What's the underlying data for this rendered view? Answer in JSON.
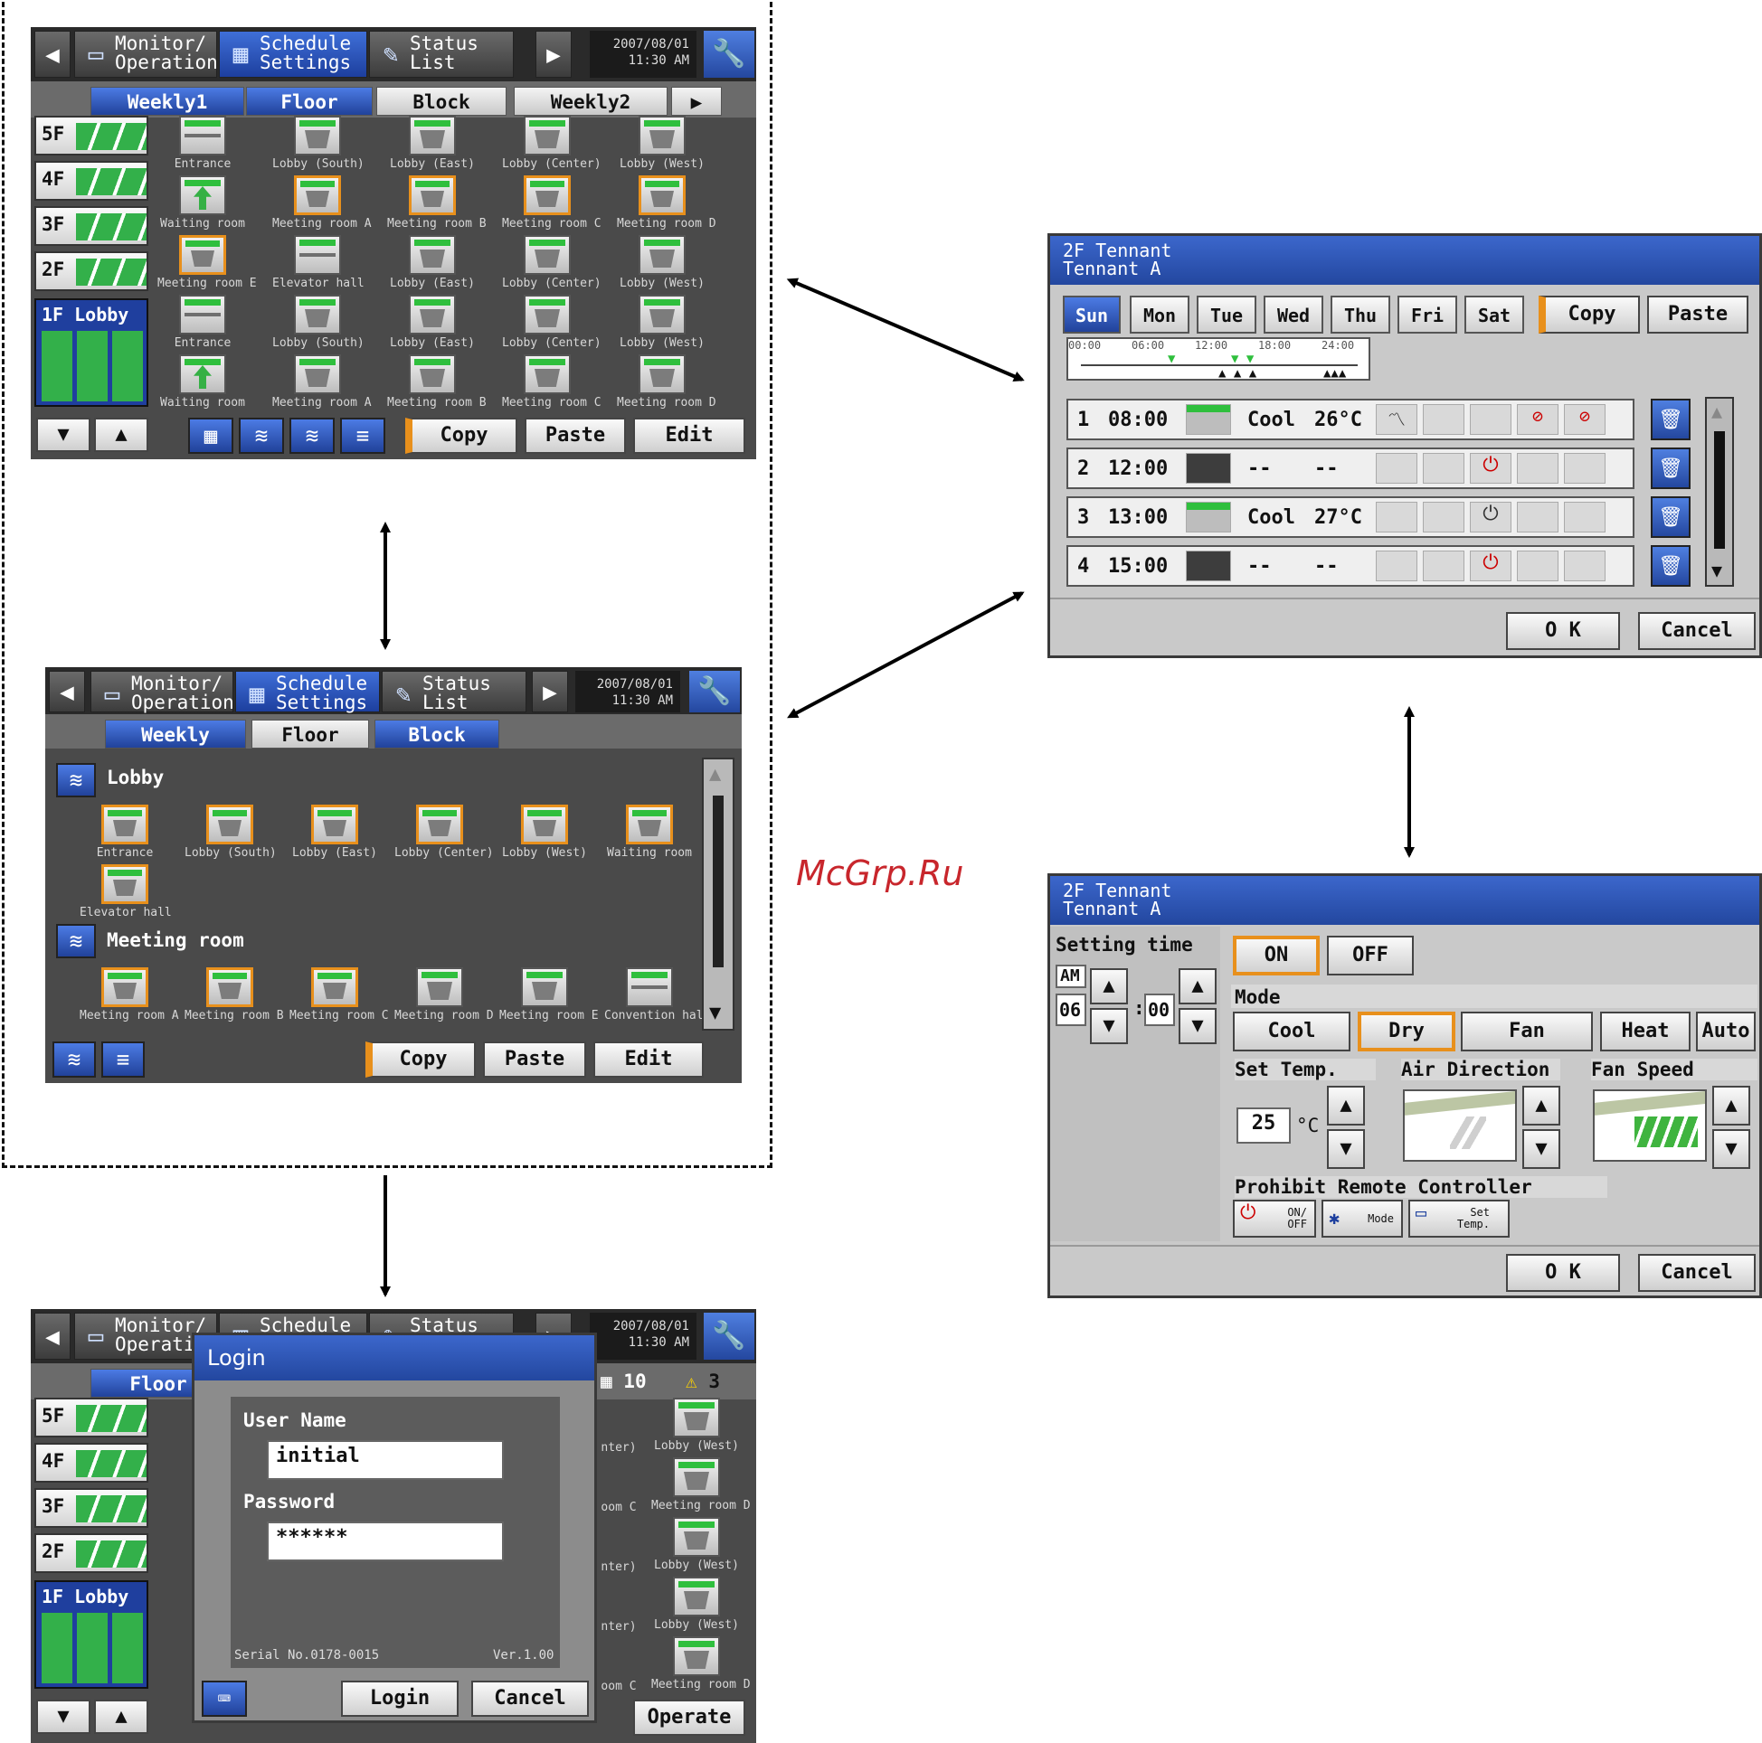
{
  "header": {
    "monitor": "Monitor/\nOperation",
    "schedule": "Schedule\nSettings",
    "status": "Status\nList",
    "date": "2007/08/01",
    "time": "11:30 AM"
  },
  "panel1": {
    "tabs": [
      "Weekly1",
      "Floor",
      "Block",
      "Weekly2"
    ],
    "floors": [
      "5F",
      "4F",
      "3F",
      "2F",
      "1F Lobby"
    ],
    "units": [
      [
        "Entrance",
        "Lobby (South)",
        "Lobby (East)",
        "Lobby (Center)",
        "Lobby (West)"
      ],
      [
        "Waiting room",
        "Meeting room A",
        "Meeting room B",
        "Meeting room C",
        "Meeting room D"
      ],
      [
        "Meeting room E",
        "Elevator hall",
        "Lobby (East)",
        "Lobby (Center)",
        "Lobby (West)"
      ],
      [
        "Entrance",
        "Lobby (South)",
        "Lobby (East)",
        "Lobby (Center)",
        "Lobby (West)"
      ],
      [
        "Waiting room",
        "Meeting room A",
        "Meeting room B",
        "Meeting room C",
        "Meeting room D"
      ]
    ],
    "copy": "Copy",
    "paste": "Paste",
    "edit": "Edit"
  },
  "panel2": {
    "tabs": [
      "Weekly",
      "Floor",
      "Block"
    ],
    "group1": "Lobby",
    "group1_units": [
      "Entrance",
      "Lobby (South)",
      "Lobby (East)",
      "Lobby (Center)",
      "Lobby (West)",
      "Waiting room",
      "Elevator hall"
    ],
    "group2": "Meeting room",
    "group2_units": [
      "Meeting room A",
      "Meeting room B",
      "Meeting room C",
      "Meeting room D",
      "Meeting room E",
      "Convention hall"
    ],
    "copy": "Copy",
    "paste": "Paste",
    "edit": "Edit"
  },
  "panel3": {
    "tab": "Floor",
    "count": "10",
    "alerts": "3",
    "floors": [
      "5F",
      "4F",
      "3F",
      "2F",
      "1F Lobby"
    ],
    "units_right": [
      "nter)",
      "Lobby (West)",
      "oom C",
      "Meeting room D",
      "nter)",
      "Lobby (West)",
      "nter)",
      "Lobby (West)",
      "oom C",
      "Meeting room D"
    ],
    "login": {
      "title": "Login",
      "user_label": "User Name",
      "user_value": "initial",
      "pass_label": "Password",
      "pass_value": "******",
      "serial": "Serial No.0178-0015",
      "version": "Ver.1.00",
      "login_btn": "Login",
      "cancel_btn": "Cancel"
    },
    "operate": "Operate"
  },
  "dlg1": {
    "title": "2F Tennant\nTennant A",
    "days": [
      "Sun",
      "Mon",
      "Tue",
      "Wed",
      "Thu",
      "Fri",
      "Sat"
    ],
    "copy": "Copy",
    "paste": "Paste",
    "timeline": [
      "00:00",
      "06:00",
      "12:00",
      "18:00",
      "24:00"
    ],
    "rows": [
      {
        "n": "1",
        "time": "08:00",
        "mode": "Cool",
        "temp": "26°C"
      },
      {
        "n": "2",
        "time": "12:00",
        "mode": "--",
        "temp": "--"
      },
      {
        "n": "3",
        "time": "13:00",
        "mode": "Cool",
        "temp": "27°C"
      },
      {
        "n": "4",
        "time": "15:00",
        "mode": "--",
        "temp": "--"
      }
    ],
    "ok": "O K",
    "cancel": "Cancel"
  },
  "dlg2": {
    "title": "2F Tennant\nTennant A",
    "setting_time": "Setting time",
    "ampm": "AM",
    "hour": "06",
    "minute": "00",
    "on": "ON",
    "off": "OFF",
    "mode_label": "Mode",
    "modes": [
      "Cool",
      "Dry",
      "Fan",
      "Heat",
      "Auto"
    ],
    "set_temp_label": "Set Temp.",
    "temp": "25",
    "unit": "°C",
    "air_dir_label": "Air Direction",
    "fan_speed_label": "Fan Speed",
    "prohibit_label": "Prohibit Remote Controller",
    "prohibit": [
      "ON/\nOFF",
      "Mode",
      "Set\nTemp."
    ],
    "ok": "O K",
    "cancel": "Cancel"
  },
  "watermark": "McGrp.Ru"
}
